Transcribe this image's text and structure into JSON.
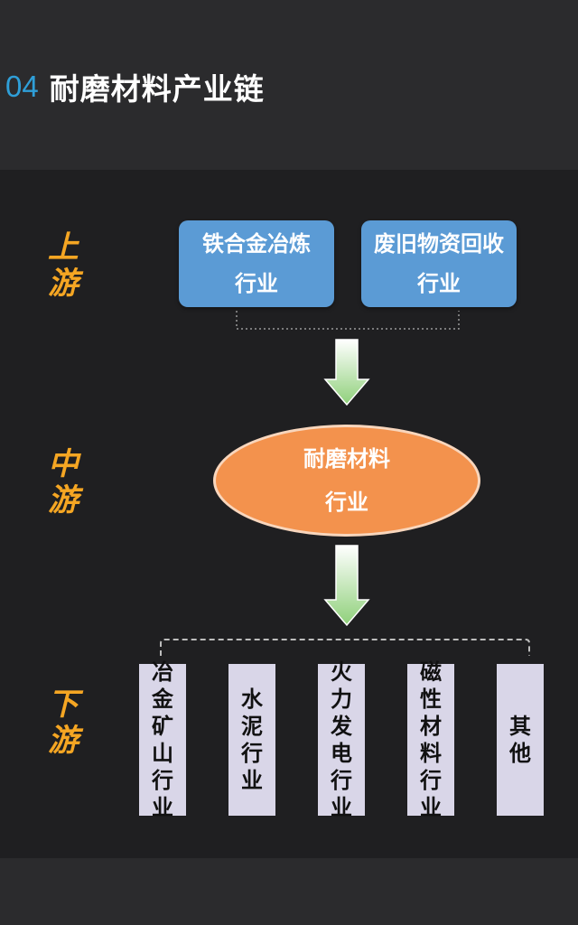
{
  "header": {
    "number": "04",
    "title": "耐磨材料产业链"
  },
  "stages": {
    "upstream": [
      "上",
      "游"
    ],
    "midstream": [
      "中",
      "游"
    ],
    "downstream": [
      "下",
      "游"
    ]
  },
  "upstream_boxes": [
    {
      "line1": "铁合金冶炼",
      "line2": "行业"
    },
    {
      "line1": "废旧物资回收",
      "line2": "行业"
    }
  ],
  "midstream_node": {
    "line1": "耐磨材料",
    "line2": "行业"
  },
  "downstream_boxes": [
    [
      "冶",
      "金",
      "矿",
      "山",
      "行",
      "业"
    ],
    [
      "水",
      "泥",
      "行",
      "业"
    ],
    [
      "火",
      "力",
      "发",
      "电",
      "行",
      "业"
    ],
    [
      "磁",
      "性",
      "材",
      "料",
      "行",
      "业"
    ],
    [
      "其",
      "他"
    ]
  ],
  "colors": {
    "title_number": "#2f9fd8",
    "stage_label": "#f5a623",
    "upstream_box": "#5b9bd5",
    "midstream_node": "#f3924d",
    "downstream_box": "#d9d6e8",
    "arrow": "#9fd38a"
  }
}
